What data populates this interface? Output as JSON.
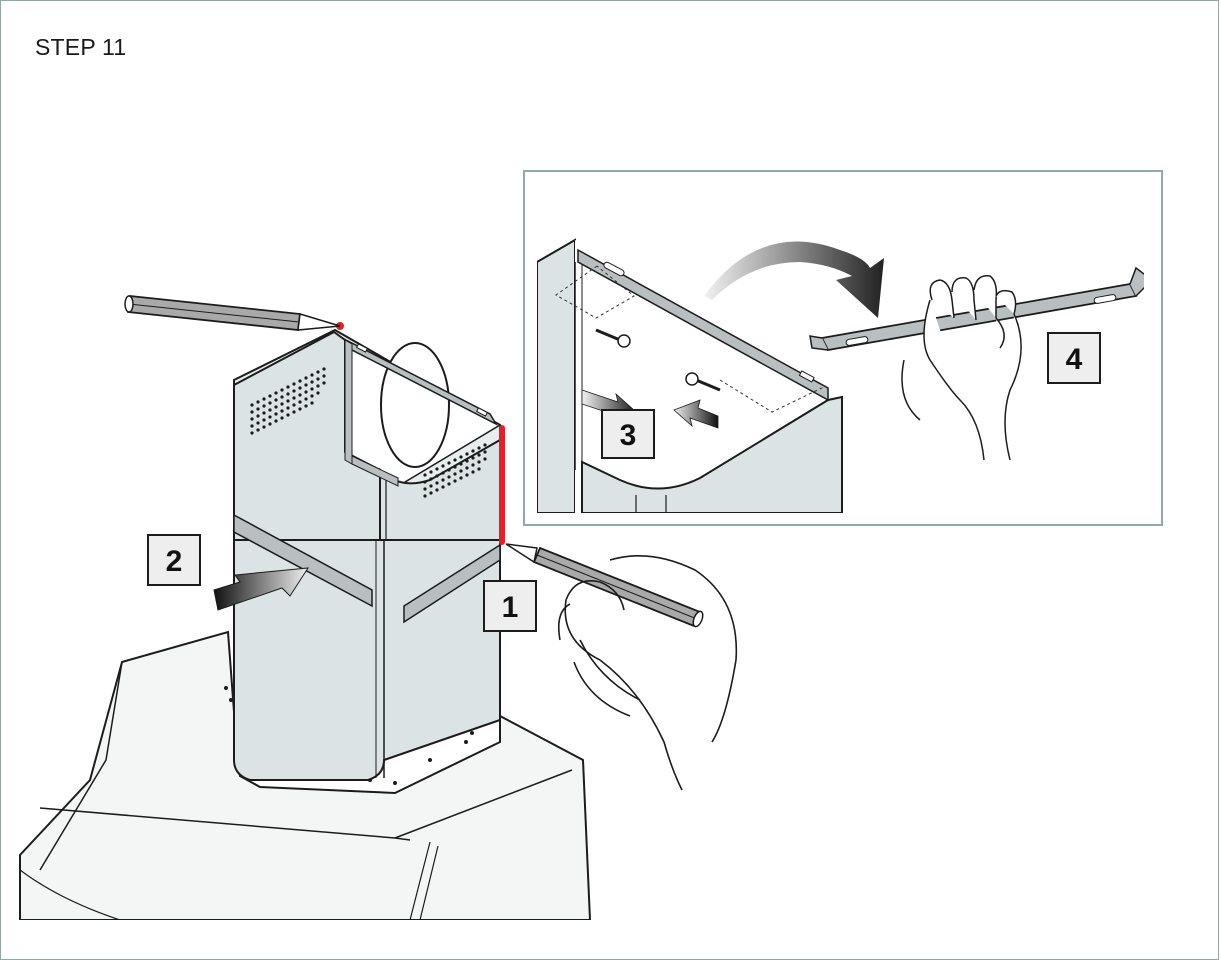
{
  "step": {
    "title": "STEP 11"
  },
  "callouts": [
    {
      "id": "1",
      "label": "1"
    },
    {
      "id": "2",
      "label": "2"
    },
    {
      "id": "3",
      "label": "3"
    },
    {
      "id": "4",
      "label": "4"
    }
  ],
  "colors": {
    "frame_border": "#8fa9a9",
    "duct_fill": "#dbe3e4",
    "hood_fill": "#f4f5f5",
    "bracket_fill": "#b9bfc0",
    "mark_red": "#e3202a",
    "line": "#1c1c1c",
    "callout_fill": "#eeeeee"
  },
  "icons": [
    "pencil-icon",
    "hand-icon",
    "arrow-icon",
    "screw-icon",
    "bracket-icon"
  ]
}
